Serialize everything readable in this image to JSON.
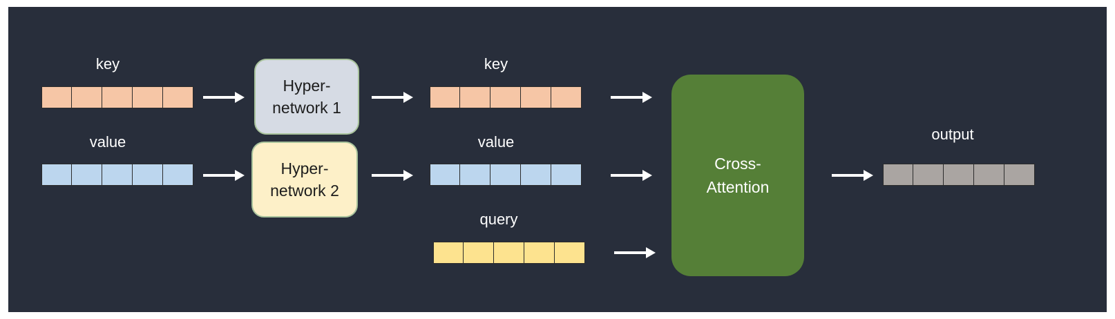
{
  "labels": {
    "key_in": "key",
    "value_in": "value",
    "key_out": "key",
    "value_out": "value",
    "query": "query",
    "output": "output"
  },
  "boxes": {
    "hypernetwork1": {
      "line1": "Hyper-",
      "line2": "network 1"
    },
    "hypernetwork2": {
      "line1": "Hyper-",
      "line2": "network 2"
    },
    "cross_attention": {
      "line1": "Cross-",
      "line2": "Attention"
    }
  },
  "colors": {
    "background": "#282e3b",
    "key": "#f6c6a6",
    "value": "#bcd6ee",
    "query": "#fde38f",
    "output": "#aaa5a2",
    "hypernetwork1": "#d6dbe4",
    "hypernetwork2": "#fdf0c8",
    "cross_attention": "#557f37",
    "arrow": "#ffffff"
  },
  "vector_cells": 5
}
